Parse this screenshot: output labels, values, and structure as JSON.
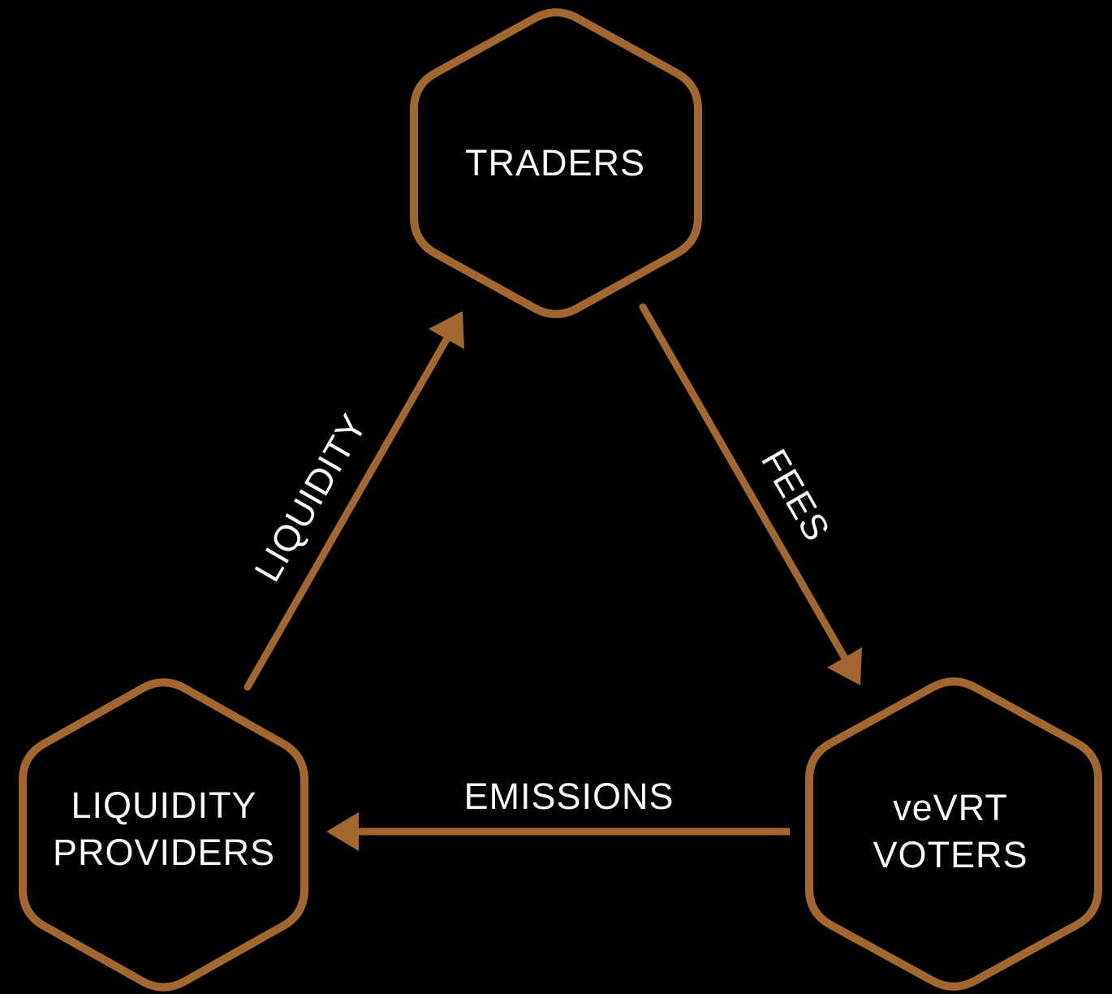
{
  "colors": {
    "background": "#000000",
    "outline": "#a2672e",
    "arrow": "#a2672e",
    "text": "#fafafa"
  },
  "nodes": {
    "traders": {
      "label": "TRADERS"
    },
    "liquidity_providers": {
      "line1": "LIQUIDITY",
      "line2": "PROVIDERS"
    },
    "vevrt_voters": {
      "line1": "veVRT",
      "line2": "VOTERS"
    }
  },
  "edges": {
    "liquidity": {
      "label": "LIQUIDITY",
      "from": "liquidity_providers",
      "to": "traders"
    },
    "fees": {
      "label": "FEES",
      "from": "traders",
      "to": "vevrt_voters"
    },
    "emissions": {
      "label": "EMISSIONS",
      "from": "vevrt_voters",
      "to": "liquidity_providers"
    }
  }
}
